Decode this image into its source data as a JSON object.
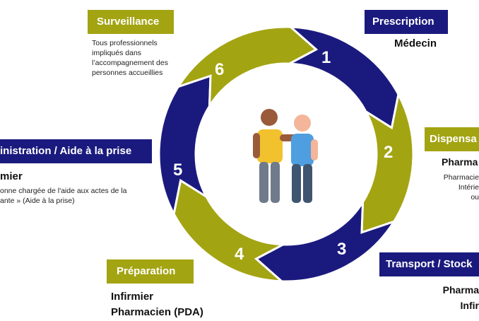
{
  "steps": [
    {
      "number": "1",
      "title": "Prescription",
      "role": "Médecin",
      "details": ""
    },
    {
      "number": "2",
      "title": "Dispensa",
      "role": "Pharma",
      "details": "Pharmacie\nIntérie\nou"
    },
    {
      "number": "3",
      "title": "Transport / Stock",
      "role": "Pharma\nInfir",
      "details": ""
    },
    {
      "number": "4",
      "title": "Préparation",
      "role": "Infirmier\nPharmacien (PDA)",
      "details": ""
    },
    {
      "number": "5",
      "title": "inistration / Aide à la prise",
      "role": "mier",
      "details": "onne chargée de l'aide aux actes de la\nante » (Aide à la prise)"
    },
    {
      "number": "6",
      "title": "Surveillance",
      "role": "",
      "details": "Tous professionnels\nimpliqués dans\nl’accompagnement des\npersonnes accueillies"
    }
  ],
  "colors": {
    "navy": "#1a1a7e",
    "olive": "#a3a412",
    "center_circle": "#ffffff",
    "person_a_shirt": "#f2c12e",
    "person_b_shirt": "#4f9fe0",
    "person_a_skin": "#9a5b3a",
    "person_b_skin": "#f4b59a",
    "pants": "#6f7a8a",
    "pants_b": "#3f5570"
  },
  "illustration": {
    "icon": "two-people-walking-support-icon"
  }
}
